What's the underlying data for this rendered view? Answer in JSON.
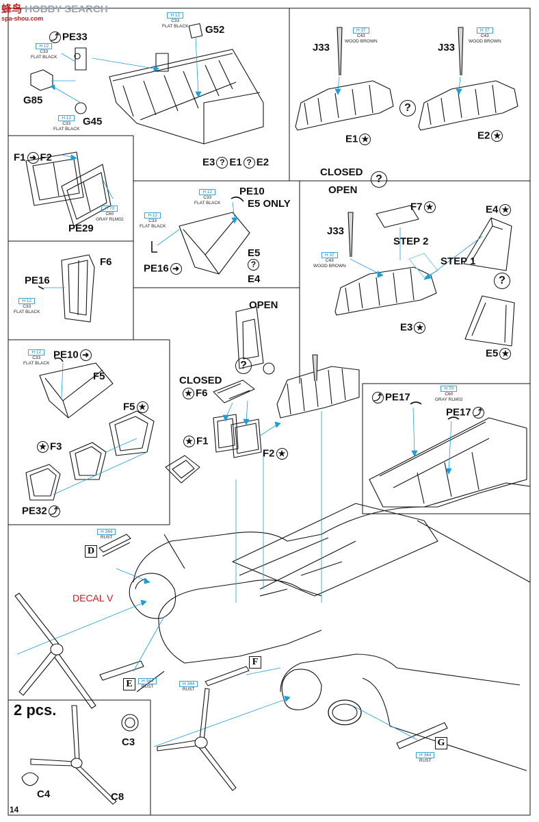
{
  "watermark": {
    "brand_cn": "蜂鸟",
    "brand": "HOBBY SEARCH",
    "url": "spa-shou.com"
  },
  "page_number": "14",
  "colors": {
    "ink": "#111111",
    "callout": "#1a9fd8",
    "accent_red": "#d0181e"
  },
  "paint": {
    "flat_black": {
      "hcode": "H 12",
      "ccode": "C33",
      "name": "FLAT BLACK"
    },
    "wood_brown": {
      "hcode": "H 37",
      "ccode": "C43",
      "name": "WOOD BROWN"
    },
    "gray": {
      "hcode": "H 70",
      "ccode": "C60",
      "name": "GRAY RLM02"
    },
    "rust": {
      "hcode": "H 344",
      "name": "RUST"
    }
  },
  "panels": {
    "p1": {
      "pe33": "PE33",
      "g52": "G52",
      "g85": "G85",
      "g45": "G45",
      "e3": "E3",
      "e1": "E1",
      "e2": "E2"
    },
    "p2": {
      "j33a": "J33",
      "j33b": "J33",
      "e1": "E1",
      "e2": "E2"
    },
    "p3": {
      "f1": "F1",
      "f2": "F2",
      "pe29": "PE29"
    },
    "p4": {
      "pe10": "PE10",
      "e5only": "E5 ONLY",
      "pe16": "PE16",
      "e5": "E5",
      "e4": "E4"
    },
    "p5": {
      "closed": "CLOSED",
      "open": "OPEN",
      "f7": "F7",
      "e4": "E4",
      "j33": "J33",
      "step2": "STEP 2",
      "step1": "STEP 1",
      "e3": "E3",
      "e5": "E5"
    },
    "p6": {
      "pe16": "PE16",
      "f6": "F6"
    },
    "p7": {
      "open": "OPEN",
      "closed": "CLOSED",
      "f6": "F6",
      "f1": "F1",
      "f2": "F2"
    },
    "p8": {
      "pe10": "PE10",
      "f5a": "F5",
      "f5b": "F5",
      "f3": "F3",
      "pe32": "PE32"
    },
    "p9": {
      "pe17a": "PE17",
      "pe17b": "PE17"
    },
    "main": {
      "decal": "DECAL V",
      "d": "D",
      "e": "E",
      "f": "F",
      "g": "G"
    },
    "prop": {
      "qty": "2 pcs.",
      "c3": "C3",
      "c4": "C4",
      "c8": "C8"
    }
  }
}
